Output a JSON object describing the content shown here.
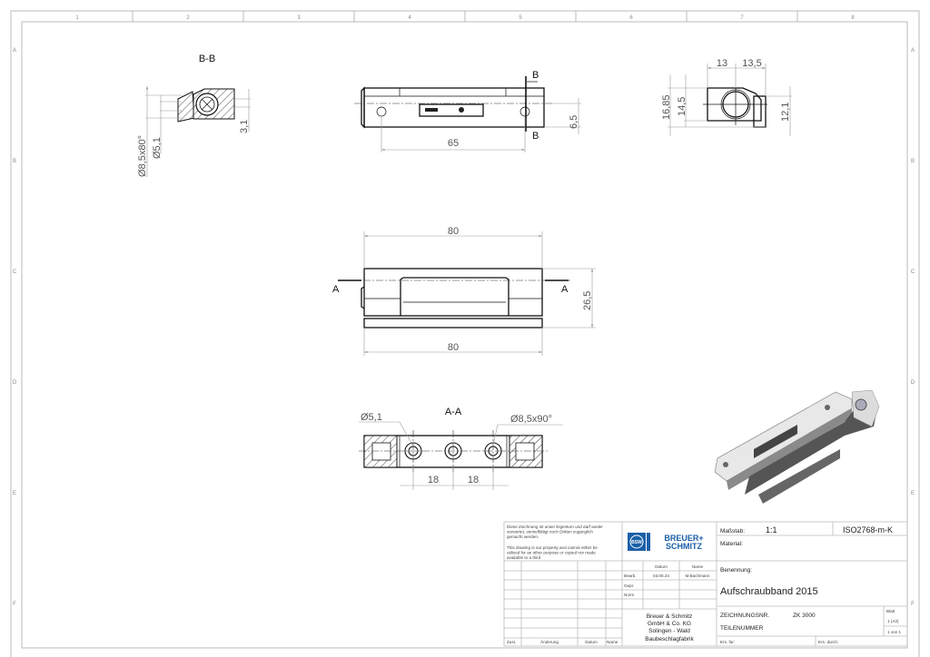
{
  "sheet": {
    "columns": [
      "1",
      "2",
      "3",
      "4",
      "5",
      "6",
      "7",
      "8"
    ],
    "rows": [
      "A",
      "B",
      "C",
      "D",
      "E",
      "F"
    ]
  },
  "views": {
    "section_bb": {
      "title": "B-B",
      "dims": [
        "Ø8,5x80°",
        "Ø5,1",
        "3,1"
      ]
    },
    "front": {
      "cut_label": "B",
      "dims": [
        "65",
        "6,5"
      ]
    },
    "side": {
      "dims": [
        "13",
        "13,5",
        "16,85",
        "14,5",
        "12,1"
      ]
    },
    "top": {
      "cut_label": "A",
      "dims": [
        "80",
        "80",
        "26,5"
      ]
    },
    "section_aa": {
      "title": "A-A",
      "dims": [
        "Ø5,1",
        "Ø8,5x90°",
        "18",
        "18"
      ]
    }
  },
  "title_block": {
    "notice_de": [
      "Diese Zeichnung ist unser Eigentum und darf weder",
      "verwertet, vervielfältigt noch Dritten zugänglich",
      "gemacht werden."
    ],
    "notice_en": [
      "This drawing is our property and cannot either be",
      "utilized for an other purpose or copied nor made",
      "available to a third"
    ],
    "logo": {
      "badge": "BSW",
      "line1": "BREUER+",
      "line2": "SCHMITZ",
      "color": "#1a5fa8"
    },
    "revision_headers": {
      "zust": "Zust.",
      "aenderung": "Änderung",
      "datum": "Datum",
      "name": "Name"
    },
    "approval": {
      "datum_header": "Datum",
      "name_header": "Name",
      "bearb_label": "Bearb.",
      "bearb_date": "03.06.24",
      "bearb_name": "M.Bachmann",
      "gepr_label": "Gepr.",
      "norm_label": "Norm"
    },
    "company": [
      "Breuer & Schmitz",
      "GmbH & Co. KG",
      "Solingen - Wald",
      "Baubeschlagfabrik"
    ],
    "scale_label": "Maßstab:",
    "scale": "1:1",
    "standard": "ISO2768-m-K",
    "material_label": "Material:",
    "name_label": "Benennung:",
    "name": "Aufschraubband 2015",
    "drawing_no_label": "ZEICHNUNGSNR.",
    "drawing_no": "ZK 3000",
    "part_no_label": "TEILENUMMER",
    "sheet_label": "Blatt",
    "sheet_format": "1 (A3)",
    "sheet_count": "1 von 1",
    "replaces_label": "Ers. für:",
    "replaced_by_label": "Ers. durch:"
  }
}
